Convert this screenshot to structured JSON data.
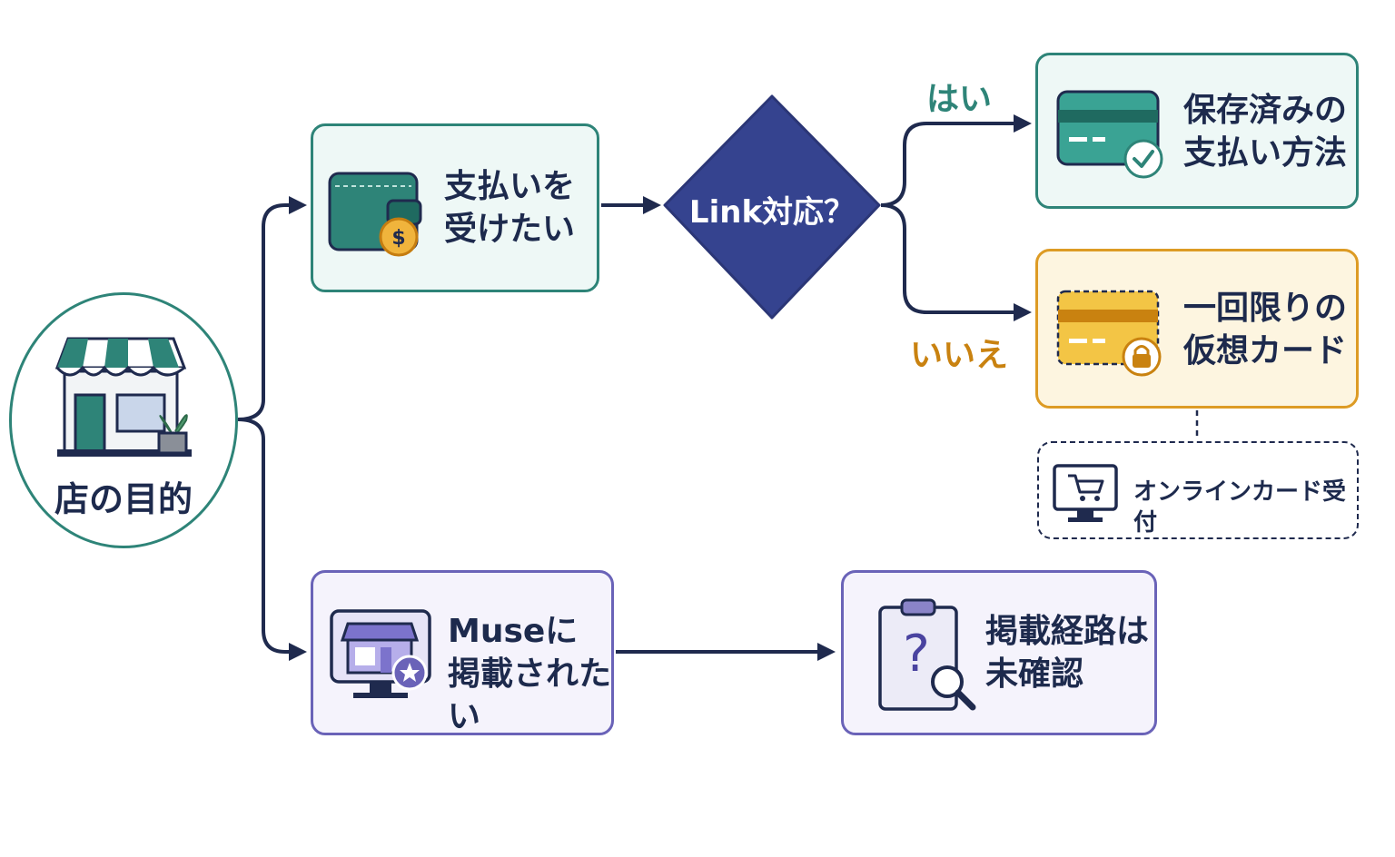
{
  "start": {
    "label": "店の目的"
  },
  "payment": {
    "label": "支払いを\n受けたい"
  },
  "decision": {
    "label": "Link対応？"
  },
  "branch_yes": {
    "label": "はい"
  },
  "branch_no": {
    "label": "いいえ"
  },
  "saved_method": {
    "label": "保存済みの\n支払い方法"
  },
  "virtual_card": {
    "label": "一回限りの\n仮想カード"
  },
  "online_card": {
    "label": "オンラインカード受付"
  },
  "muse": {
    "label": "Museに\n掲載されたい"
  },
  "listing_unknown": {
    "label": "掲載経路は\n未確認"
  },
  "colors": {
    "navy": "#1f2a4e",
    "teal": "#2e8478",
    "amber": "#dd9b24",
    "lavender": "#6a63b8",
    "diamond": "#35438f"
  }
}
